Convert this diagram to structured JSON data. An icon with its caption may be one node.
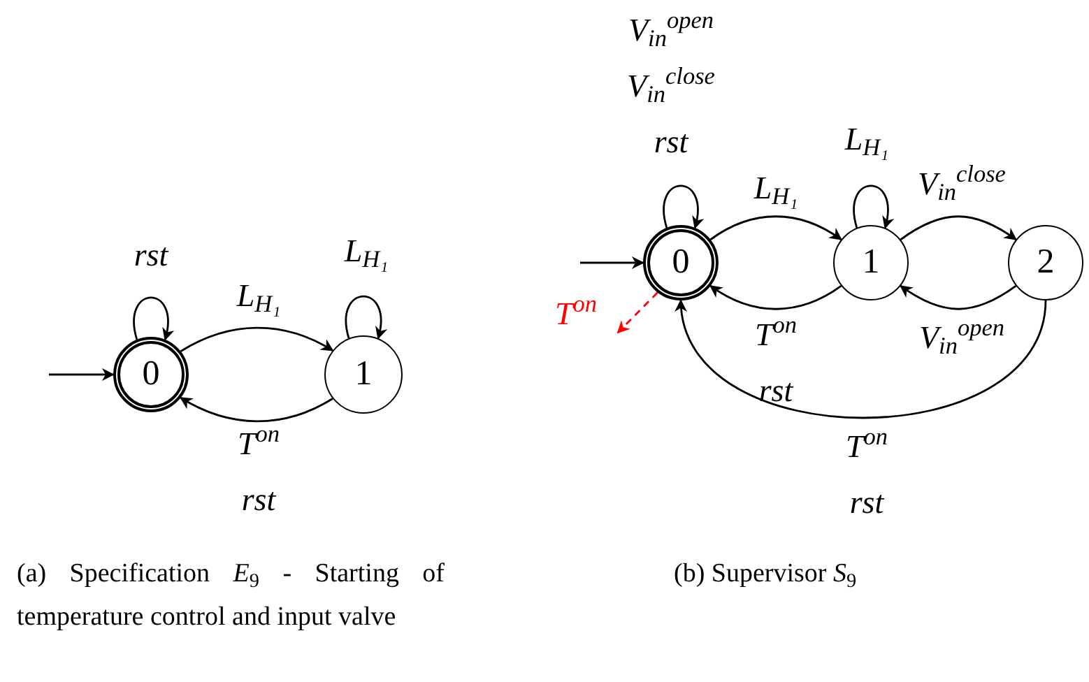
{
  "diagram": {
    "nodes": [
      {
        "text": [
          "0"
        ]
      },
      {
        "text": [
          "1"
        ]
      },
      {
        "text": [
          "0"
        ]
      },
      {
        "text": [
          "1"
        ]
      },
      {
        "text": [
          "2"
        ]
      }
    ],
    "edges": [
      {
        "from": null,
        "to": 0,
        "arrow": "to"
      },
      {
        "from": 0,
        "to": 0,
        "arrow": "to",
        "label": "rst"
      },
      {
        "from": 0,
        "to": 1,
        "arrow": "to",
        "label": "L$_{H₁}$"
      },
      {
        "from": 1,
        "to": 1,
        "arrow": "to",
        "label": "L$_{H₁}$"
      },
      {
        "from": 1,
        "to": 0,
        "arrow": "to",
        "label": "T$^{on}$ rst"
      },
      {
        "from": null,
        "to": 2,
        "arrow": "to"
      },
      {
        "from": 2,
        "to": 2,
        "arrow": "to",
        "label": "V$_{in}$$^{open}$ V$_{in}$$^{close}$ rst"
      },
      {
        "from": 2,
        "to": 3,
        "arrow": "to",
        "label": "L$_{H₁}$"
      },
      {
        "from": 3,
        "to": 3,
        "arrow": "to",
        "label": "L$_{H₁}$"
      },
      {
        "from": 3,
        "to": 2,
        "arrow": "to",
        "label": "T$^{on}$ rst"
      },
      {
        "from": 3,
        "to": 4,
        "arrow": "to",
        "label": "V$_{in}$$^{close}$"
      },
      {
        "from": 4,
        "to": 3,
        "arrow": "to",
        "label": "V$_{in}$$^{open}$"
      },
      {
        "from": 4,
        "to": 2,
        "arrow": "to",
        "label": "T$^{on}$ rst"
      },
      {
        "from": 2,
        "to": null,
        "arrow": "to",
        "label": "T$^{on}$",
        "style": "dashed",
        "color": "#ff0000"
      }
    ],
    "labels": [
      "(a) Specification *E*$_{9}$ - Starting of temperature control and input valve",
      "(b) Supervisor *S*$_{9}$"
    ]
  }
}
